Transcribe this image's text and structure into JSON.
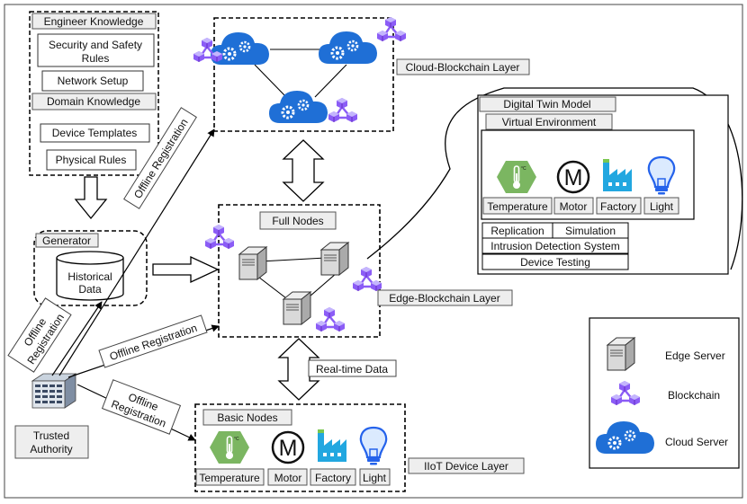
{
  "knowledge": {
    "engineer_title": "Engineer Knowledge",
    "security_line1": "Security and Safety",
    "security_line2": "Rules",
    "network": "Network Setup",
    "domain_title": "Domain Knowledge",
    "templates": "Device Templates",
    "physical": "Physical Rules"
  },
  "generator": {
    "title": "Generator",
    "historical_line1": "Historical",
    "historical_line2": "Data"
  },
  "trusted_authority": {
    "line1": "Trusted",
    "line2": "Authority"
  },
  "registration": {
    "cloud": "Offline Registration",
    "gen_line1": "Offline",
    "gen_line2": "Registration",
    "edge": "Offline Registration",
    "iot_line1": "Offline",
    "iot_line2": "Registration"
  },
  "layers": {
    "cloud": "Cloud-Blockchain Layer",
    "edge": "Edge-Blockchain Layer",
    "iot": "IIoT Device Layer",
    "full_nodes": "Full Nodes",
    "basic_nodes": "Basic Nodes",
    "realtime": "Real-time Data"
  },
  "devices": [
    "Temperature",
    "Motor",
    "Factory",
    "Light"
  ],
  "motor_glyph": "M",
  "digital_twin": {
    "title": "Digital Twin Model",
    "virtual_env": "Virtual Environment",
    "replication": "Replication",
    "simulation": "Simulation",
    "ids": "Intrusion Detection System",
    "testing": "Device Testing"
  },
  "legend": {
    "edge_server": "Edge Server",
    "blockchain": "Blockchain",
    "cloud_server": "Cloud Server"
  },
  "colors": {
    "cloud_blue": "#1f6fd6",
    "block_purple": "#8b5cf6",
    "block_light": "#c4b5fd",
    "temperature_green": "#7bb661",
    "factory_cyan": "#22a7e0",
    "server_grey": "#d9d9d9",
    "label_fill": "#eeeeee"
  }
}
